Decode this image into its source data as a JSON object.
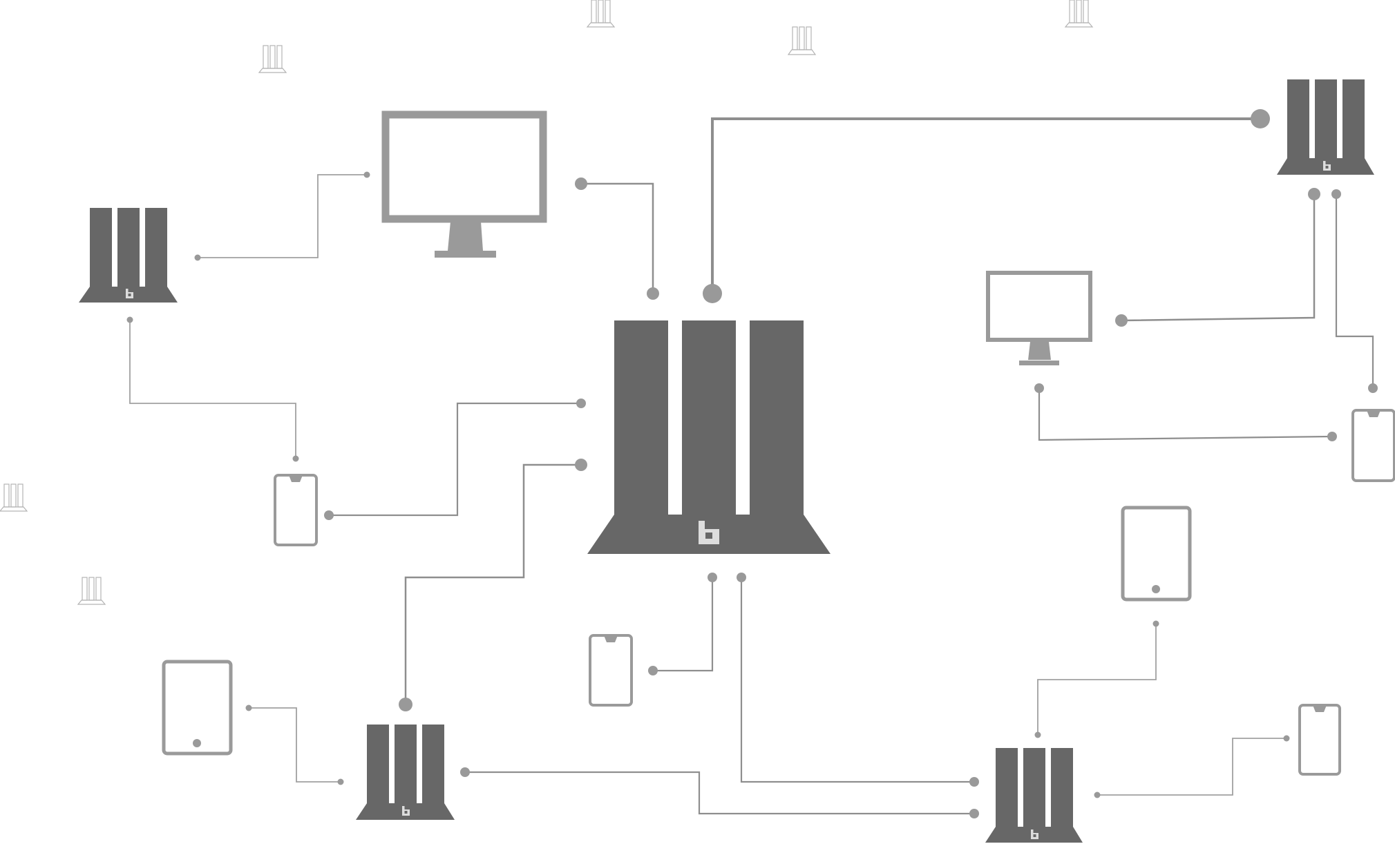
{
  "diagram": {
    "theme": {
      "background": "#ffffff",
      "device_fill": "#676767",
      "outline_gray": "#9a9a9a",
      "light_gray": "#a8a8a8",
      "logo_color": "#dddddd"
    },
    "nodes": {
      "central_hub": {
        "kind": "server-hub",
        "logo": "b-logo-icon"
      },
      "hub_top_right": {
        "kind": "server-hub",
        "logo": "b-logo-icon"
      },
      "hub_left": {
        "kind": "server-hub",
        "logo": "b-logo-icon"
      },
      "hub_bottom_left": {
        "kind": "server-hub",
        "logo": "b-logo-icon"
      },
      "hub_bottom_right": {
        "kind": "server-hub",
        "logo": "b-logo-icon"
      },
      "monitor_large": {
        "kind": "monitor"
      },
      "monitor_right": {
        "kind": "monitor"
      },
      "phone_left": {
        "kind": "phone"
      },
      "phone_center": {
        "kind": "phone"
      },
      "phone_right": {
        "kind": "phone"
      },
      "phone_bottom_right": {
        "kind": "phone"
      },
      "tablet_left": {
        "kind": "tablet"
      },
      "tablet_right": {
        "kind": "tablet"
      }
    },
    "connections": [
      {
        "from": "central_hub",
        "to": "monitor_large"
      },
      {
        "from": "central_hub",
        "to": "hub_top_right"
      },
      {
        "from": "central_hub",
        "to": "phone_left"
      },
      {
        "from": "central_hub",
        "to": "hub_bottom_left"
      },
      {
        "from": "central_hub",
        "to": "phone_center"
      },
      {
        "from": "central_hub",
        "to": "hub_bottom_right"
      },
      {
        "from": "hub_left",
        "to": "monitor_large"
      },
      {
        "from": "hub_left",
        "to": "phone_left"
      },
      {
        "from": "hub_top_right",
        "to": "monitor_right"
      },
      {
        "from": "hub_top_right",
        "to": "phone_right"
      },
      {
        "from": "monitor_right",
        "to": "phone_right"
      },
      {
        "from": "hub_bottom_left",
        "to": "tablet_left"
      },
      {
        "from": "hub_bottom_left",
        "to": "hub_bottom_right"
      },
      {
        "from": "hub_bottom_right",
        "to": "tablet_right"
      },
      {
        "from": "hub_bottom_right",
        "to": "phone_bottom_right"
      }
    ],
    "background_icons": [
      "mini-hub-icon",
      "mini-hub-icon",
      "mini-hub-icon",
      "mini-hub-icon",
      "mini-hub-icon",
      "mini-hub-icon"
    ]
  }
}
